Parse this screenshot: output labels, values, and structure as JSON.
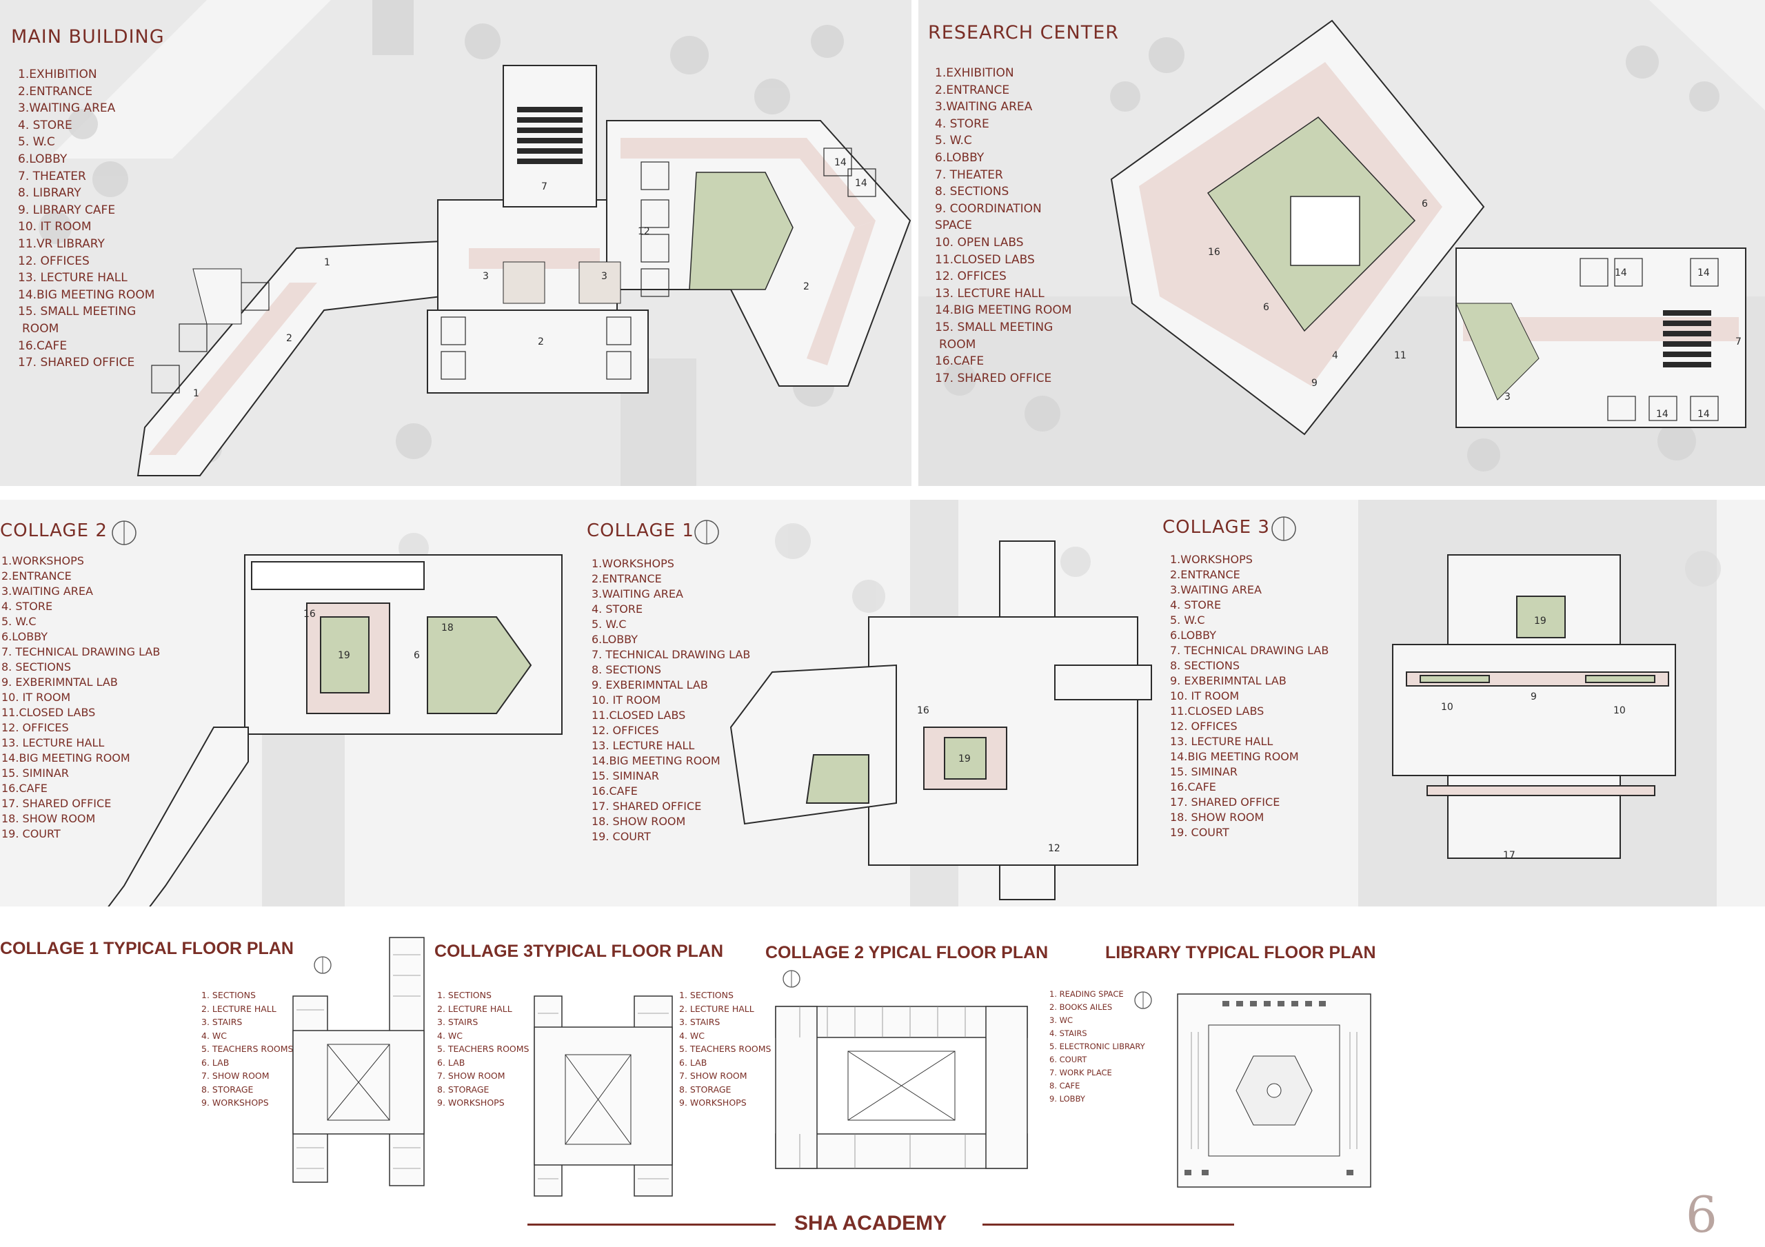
{
  "sections": {
    "main_building": {
      "title": "MAIN BUILDING",
      "legend": [
        "1.EXHIBITION",
        "2.ENTRANCE",
        "3.WAITING AREA",
        "4. STORE",
        "5. W.C",
        "6.LOBBY",
        "7. THEATER",
        "8. LIBRARY",
        "9. LIBRARY CAFE",
        "10. IT ROOM",
        "11.VR LIBRARY",
        "12. OFFICES",
        "13. LECTURE HALL",
        "14.BIG MEETING ROOM",
        "15. SMALL MEETING",
        "ROOM",
        "16.CAFE",
        "17. SHARED OFFICE"
      ]
    },
    "research_center": {
      "title": "RESEARCH CENTER",
      "legend": [
        "1.EXHIBITION",
        "2.ENTRANCE",
        "3.WAITING AREA",
        "4. STORE",
        "5. W.C",
        "6.LOBBY",
        "7. THEATER",
        "8. SECTIONS",
        "9. COORDINATION",
        "SPACE",
        "10. OPEN LABS",
        "11.CLOSED LABS",
        "12. OFFICES",
        "13. LECTURE HALL",
        "14.BIG MEETING ROOM",
        "15. SMALL MEETING",
        "ROOM",
        "16.CAFE",
        "17. SHARED OFFICE"
      ]
    },
    "collage2": {
      "title": "COLLAGE 2",
      "legend": [
        "1.WORKSHOPS",
        "2.ENTRANCE",
        "3.WAITING AREA",
        "4. STORE",
        "5. W.C",
        "6.LOBBY",
        "7. TECHNICAL DRAWING LAB",
        "8. SECTIONS",
        "9. EXBERIMNTAL LAB",
        "10. IT ROOM",
        "11.CLOSED LABS",
        "12. OFFICES",
        "13. LECTURE HALL",
        "14.BIG MEETING ROOM",
        "15. SIMINAR",
        "16.CAFE",
        "17. SHARED OFFICE",
        "18. SHOW ROOM",
        "19. COURT"
      ]
    },
    "collage1": {
      "title": "COLLAGE 1",
      "legend": [
        "1.WORKSHOPS",
        "2.ENTRANCE",
        "3.WAITING AREA",
        "4. STORE",
        "5. W.C",
        "6.LOBBY",
        "7. TECHNICAL DRAWING LAB",
        "8. SECTIONS",
        "9. EXBERIMNTAL LAB",
        "10. IT ROOM",
        "11.CLOSED LABS",
        "12. OFFICES",
        "13. LECTURE HALL",
        "14.BIG MEETING ROOM",
        "15. SIMINAR",
        "16.CAFE",
        "17. SHARED OFFICE",
        "18. SHOW ROOM",
        "19. COURT"
      ]
    },
    "collage3": {
      "title": "COLLAGE 3",
      "legend": [
        "1.WORKSHOPS",
        "2.ENTRANCE",
        "3.WAITING AREA",
        "4. STORE",
        "5. W.C",
        "6.LOBBY",
        "7. TECHNICAL DRAWING LAB",
        "8. SECTIONS",
        "9. EXBERIMNTAL LAB",
        "10. IT ROOM",
        "11.CLOSED LABS",
        "12. OFFICES",
        "13. LECTURE HALL",
        "14.BIG MEETING ROOM",
        "15. SIMINAR",
        "16.CAFE",
        "17. SHARED OFFICE",
        "18. SHOW ROOM",
        "19. COURT"
      ]
    },
    "typical_c1": {
      "title": "COLLAGE 1 TYPICAL FLOOR PLAN",
      "legend": [
        "1. SECTIONS",
        "2. LECTURE HALL",
        "3. STAIRS",
        "4. WC",
        "5. TEACHERS ROOMS",
        "6. LAB",
        "7. SHOW ROOM",
        "8. STORAGE",
        "9.  WORKSHOPS"
      ]
    },
    "typical_c3": {
      "title": "COLLAGE 3TYPICAL FLOOR PLAN",
      "legend": [
        "1. SECTIONS",
        "2. LECTURE HALL",
        "3. STAIRS",
        "4. WC",
        "5. TEACHERS ROOMS",
        "6. LAB",
        "7. SHOW ROOM",
        "8. STORAGE",
        "9.  WORKSHOPS"
      ]
    },
    "typical_c2": {
      "title": "COLLAGE 2 YPICAL FLOOR PLAN",
      "legend": [
        "1. SECTIONS",
        "2. LECTURE HALL",
        "3. STAIRS",
        "4. WC",
        "5. TEACHERS ROOMS",
        "6. LAB",
        "7. SHOW ROOM",
        "8. STORAGE",
        "9.  WORKSHOPS"
      ]
    },
    "typical_library": {
      "title": "LIBRARY TYPICAL FLOOR PLAN",
      "legend": [
        "1. READING SPACE",
        "2. BOOKS AILES",
        "3. WC",
        "4. STAIRS",
        "5. ELECTRONIC LIBRARY",
        "6. COURT",
        "7. WORK PLACE",
        "8. CAFE",
        "9. LOBBY"
      ]
    }
  },
  "footer": {
    "title": "SHA ACADEMY",
    "page_number": "6"
  },
  "colors": {
    "accent": "#7a2e26",
    "site_gray": "#e6e6e6",
    "corridor": "#ecdcd8",
    "court_green": "#c9d4b4",
    "wall": "#2a2a2a"
  }
}
